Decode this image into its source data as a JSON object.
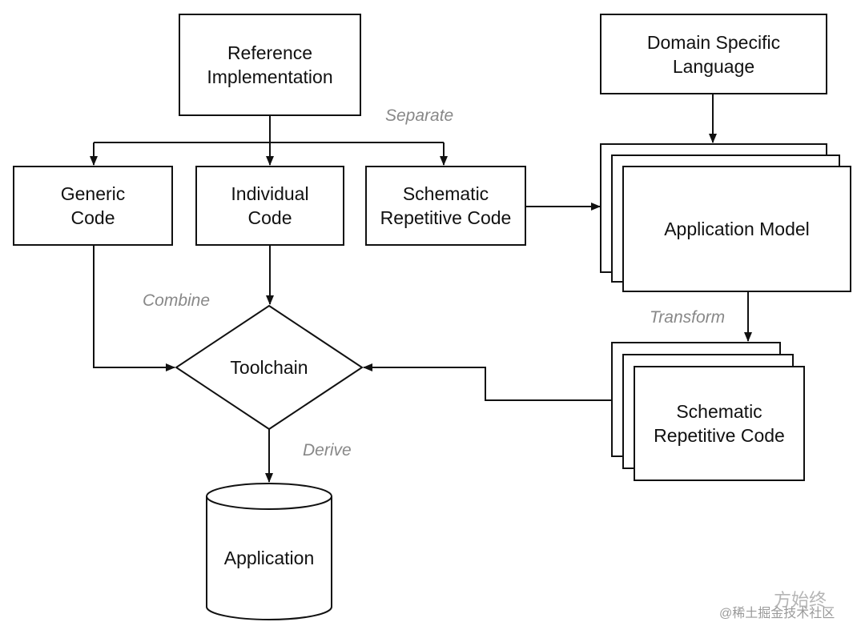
{
  "nodes": {
    "reference_implementation": "Reference\nImplementation",
    "domain_specific_language": "Domain Specific\nLanguage",
    "generic_code": "Generic\nCode",
    "individual_code": "Individual\nCode",
    "schematic_repetitive_code": "Schematic\nRepetitive Code",
    "application_model": "Application Model",
    "toolchain": "Toolchain",
    "schematic_repetitive_code_generated": "Schematic\nRepetitive Code",
    "application": "Application"
  },
  "edge_labels": {
    "separate": "Separate",
    "combine": "Combine",
    "transform": "Transform",
    "derive": "Derive"
  },
  "watermark": {
    "account": "方始终",
    "site": "@稀土掘金技术社区"
  }
}
